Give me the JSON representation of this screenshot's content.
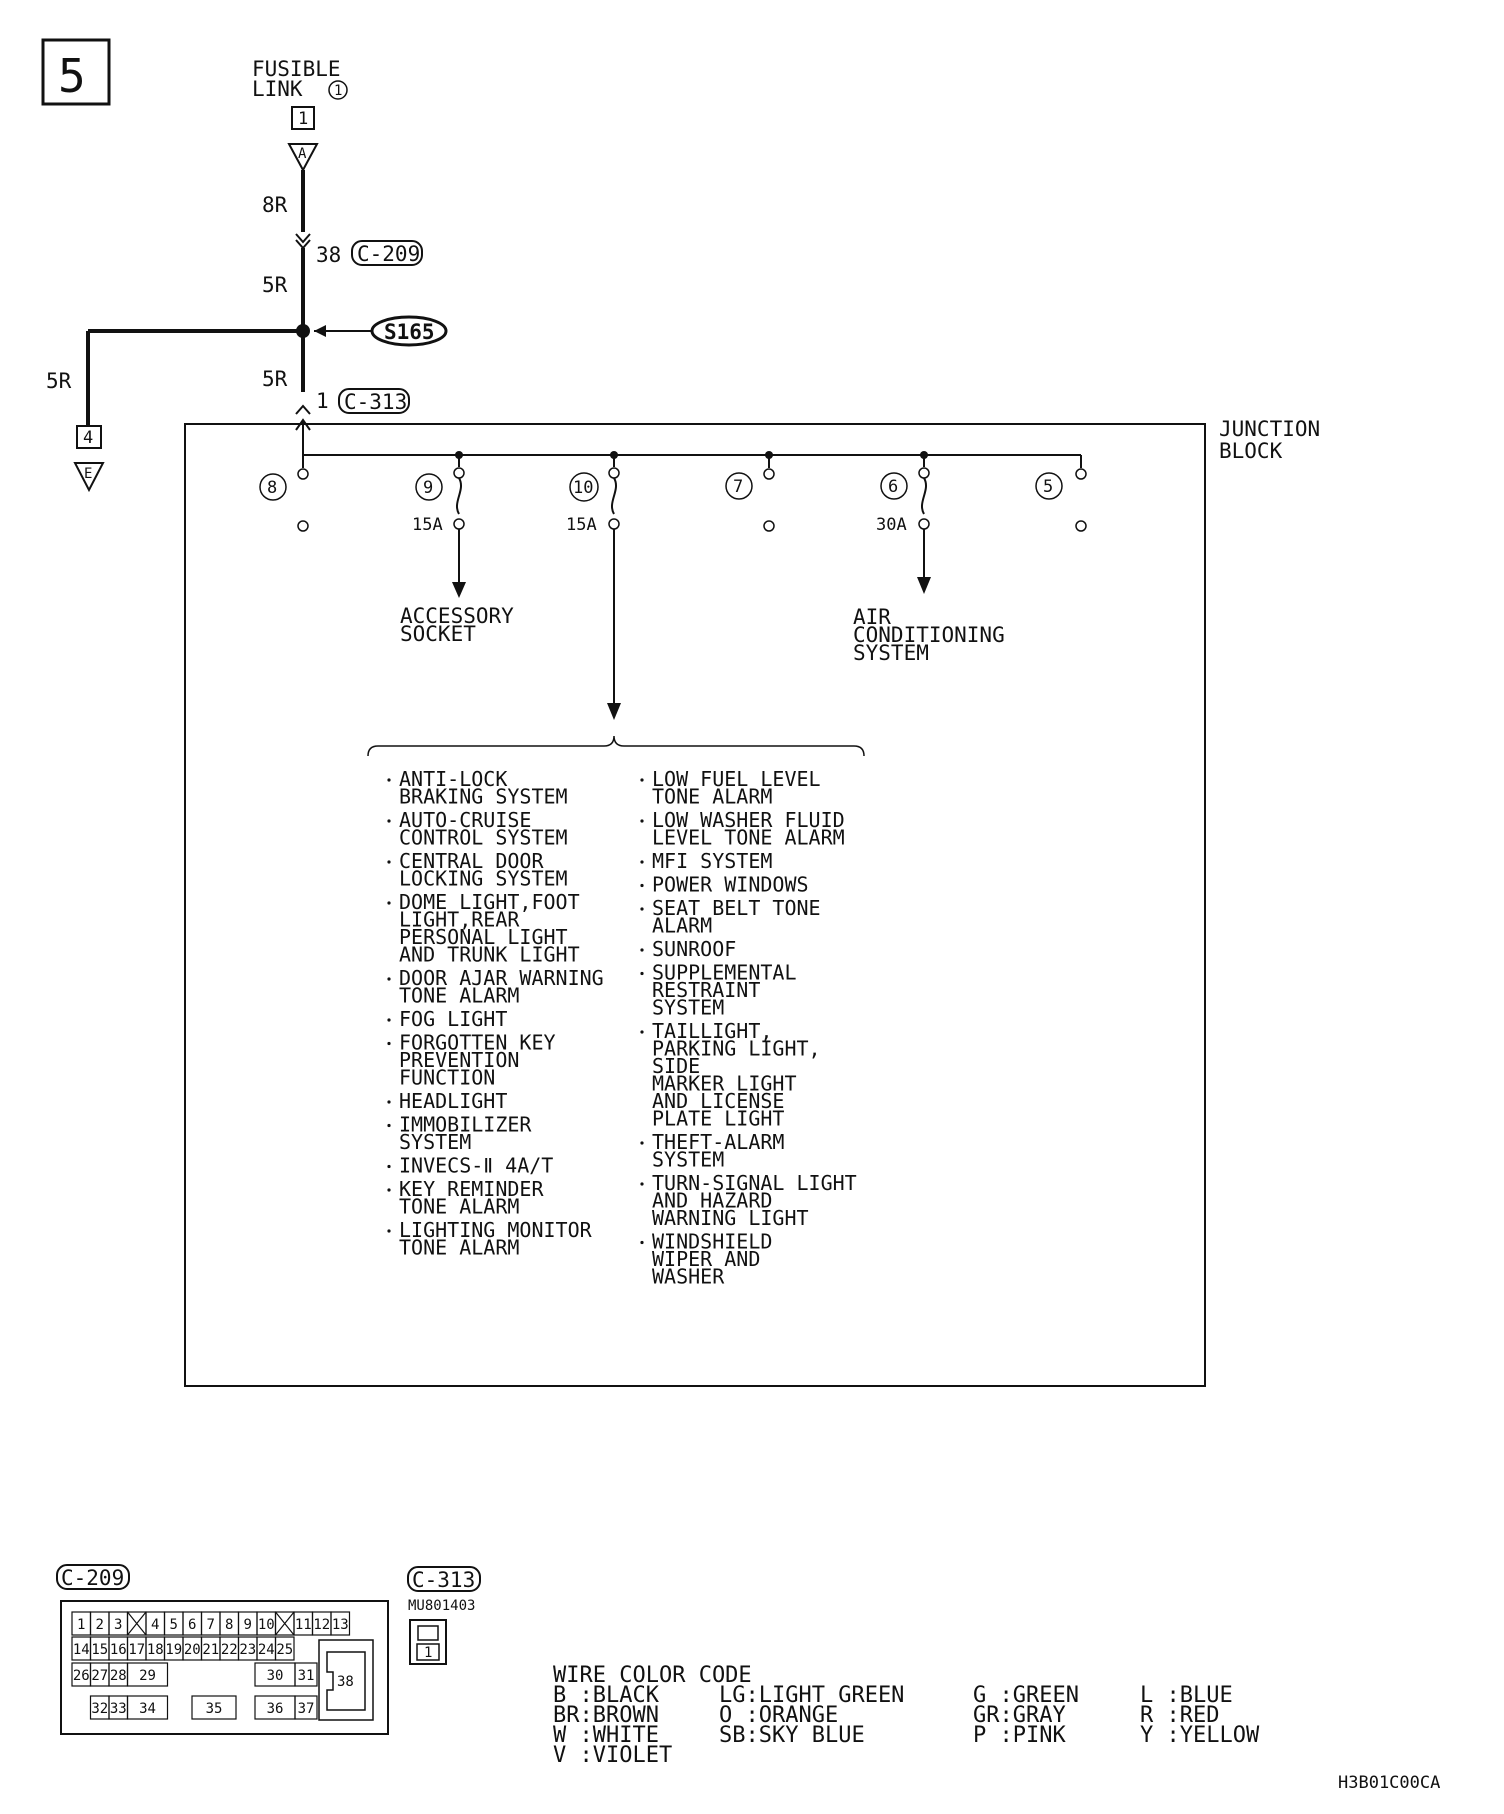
{
  "page_number": "5",
  "fusible_link": {
    "line1": "FUSIBLE",
    "line2": "LINK",
    "number": "1",
    "connector_pin": "1",
    "connector_letter": "A"
  },
  "wires": {
    "w8r": "8R",
    "w5r_upper": "5R",
    "w5r_lower": "5R",
    "w5r_left": "5R"
  },
  "c209_ref": {
    "pin": "38",
    "label": "C-209"
  },
  "splice": {
    "label": "S165"
  },
  "c313_ref": {
    "pin": "1",
    "label": "C-313"
  },
  "left_branch": {
    "pin": "4",
    "letter": "E"
  },
  "junction_block": {
    "line1": "JUNCTION",
    "line2": "BLOCK"
  },
  "fuses": [
    {
      "num": "8",
      "rating": ""
    },
    {
      "num": "9",
      "rating": "15A"
    },
    {
      "num": "10",
      "rating": "15A"
    },
    {
      "num": "7",
      "rating": ""
    },
    {
      "num": "6",
      "rating": "30A"
    },
    {
      "num": "5",
      "rating": ""
    }
  ],
  "accessory": {
    "line1": "ACCESSORY",
    "line2": "SOCKET"
  },
  "aircon": {
    "line1": "AIR",
    "line2": "CONDITIONING",
    "line3": "SYSTEM"
  },
  "systems_left": [
    [
      "ANTI-LOCK",
      "BRAKING SYSTEM"
    ],
    [
      "AUTO-CRUISE",
      "CONTROL SYSTEM"
    ],
    [
      "CENTRAL DOOR",
      "LOCKING SYSTEM"
    ],
    [
      "DOME LIGHT,FOOT",
      "LIGHT,REAR",
      "PERSONAL LIGHT",
      "AND TRUNK LIGHT"
    ],
    [
      "DOOR AJAR WARNING",
      "TONE ALARM"
    ],
    [
      "FOG LIGHT"
    ],
    [
      "FORGOTTEN KEY",
      "PREVENTION",
      "FUNCTION"
    ],
    [
      "HEADLIGHT"
    ],
    [
      "IMMOBILIZER",
      "SYSTEM"
    ],
    [
      "INVECS-Ⅱ 4A/T"
    ],
    [
      "KEY REMINDER",
      "TONE ALARM"
    ],
    [
      "LIGHTING MONITOR",
      "TONE ALARM"
    ]
  ],
  "systems_right": [
    [
      "LOW FUEL LEVEL",
      "TONE ALARM"
    ],
    [
      "LOW WASHER FLUID",
      "LEVEL TONE ALARM"
    ],
    [
      "MFI SYSTEM"
    ],
    [
      "POWER WINDOWS"
    ],
    [
      "SEAT BELT TONE",
      "ALARM"
    ],
    [
      "SUNROOF"
    ],
    [
      "SUPPLEMENTAL",
      "RESTRAINT",
      "SYSTEM"
    ],
    [
      "TAILLIGHT,",
      "PARKING LIGHT,",
      "SIDE",
      "MARKER LIGHT",
      "AND LICENSE",
      "PLATE LIGHT"
    ],
    [
      "THEFT-ALARM",
      "SYSTEM"
    ],
    [
      "TURN-SIGNAL LIGHT",
      "AND HAZARD",
      "WARNING LIGHT"
    ],
    [
      "WINDSHIELD",
      "WIPER AND",
      "WASHER"
    ]
  ],
  "connector_c209": {
    "label": "C-209",
    "row1": [
      "1",
      "2",
      "3",
      "4",
      "5",
      "6",
      "7",
      "8",
      "9",
      "10",
      "11",
      "12",
      "13"
    ],
    "row2": [
      "14",
      "15",
      "16",
      "17",
      "18",
      "19",
      "20",
      "21",
      "22",
      "23",
      "24",
      "25"
    ],
    "row3": [
      "26",
      "27",
      "28",
      "29",
      "30",
      "31"
    ],
    "row4": [
      "32",
      "33",
      "34",
      "35",
      "36",
      "37"
    ],
    "big": "38"
  },
  "connector_c313": {
    "label": "C-313",
    "part": "MU801403",
    "pin": "1"
  },
  "wire_color_code": {
    "title": "WIRE COLOR CODE",
    "col1": [
      "B :BLACK",
      "BR:BROWN",
      "W :WHITE",
      "V :VIOLET"
    ],
    "col2": [
      "LG:LIGHT GREEN",
      "O :ORANGE",
      "SB:SKY BLUE"
    ],
    "col3": [
      "G :GREEN",
      "GR:GRAY",
      "P :PINK"
    ],
    "col4": [
      "L :BLUE",
      "R :RED",
      "Y :YELLOW"
    ]
  },
  "figure_code": "H3B01C00CA"
}
